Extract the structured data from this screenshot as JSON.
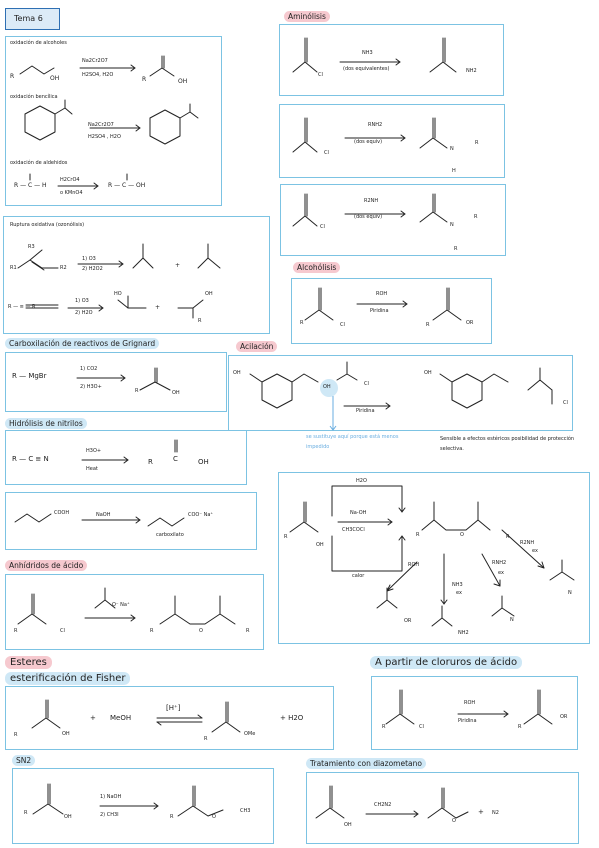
{
  "title": "Tema 6",
  "sections": {
    "oxidation": {
      "alcohols": {
        "label": "oxidación de alcoholes",
        "reagent1": "Na2Cr2O7",
        "reagent2": "H2SO4, H2O",
        "left_R": "R",
        "left_OH": "OH",
        "right_R": "R",
        "right_OH": "OH"
      },
      "benzylic": {
        "label": "oxidación bencílica",
        "reagent1": "Na2Cr2O7",
        "reagent2": "H2SO4 , H2O"
      },
      "aldehydes": {
        "label": "oxidación de aldehidos",
        "left": "R — C — H",
        "reagent1": "H2CrO4",
        "reagent2": "o KMnO4",
        "right": "R — C — OH"
      }
    },
    "ozonolysis": {
      "label": "Ruptura oxidativa (ozonólisis)",
      "r1": "R1",
      "r2": "R2",
      "r3": "R3",
      "step1": "1) O3",
      "step2": "2) H2O2",
      "step1b": "1) O3",
      "step2b": "2) H2O",
      "plus": "+",
      "left2": "R — ≡ — R",
      "ho": "HO",
      "oh": "OH",
      "r": "R"
    },
    "grignard": {
      "label": "Carboxilación de reactivos de Grignard",
      "reactant": "R — MgBr",
      "r1": "1) CO2",
      "r2": "2) H3O+",
      "prod_R": "R",
      "prod_OH": "OH"
    },
    "nitriles": {
      "label": "Hidrólisis de nitrilos",
      "reactant": "R — C ≡ N",
      "r1": "H3O+",
      "r2": "Heat",
      "prod_R": "R",
      "prod_C": "C",
      "prod_OH": "OH"
    },
    "salt": {
      "left": "COOH",
      "reagent": "NaOH",
      "right": "COO⁻ Na⁺",
      "caption": "carboxilato"
    },
    "anhydrides": {
      "label": "Anhídridos de ácido",
      "cl": "Cl",
      "r": "R",
      "reagent": "O⁻ Na⁺",
      "o": "O"
    },
    "esters": {
      "label": "Esteres"
    },
    "fisher": {
      "label": "esterificación de Fisher",
      "r": "R",
      "oh": "OH",
      "plus": "+",
      "meoh": "MeOH",
      "cat": "[H⁺]",
      "ome": "OMe",
      "h2o": "+ H2O"
    },
    "sn2": {
      "label": "SN2",
      "r": "R",
      "oh": "OH",
      "r1": "1) NaOH",
      "r2": "2) CH3I",
      "ch3": "CH3",
      "o": "O"
    },
    "aminolysis": {
      "label": "Aminólisis",
      "a1_cl": "Cl",
      "a1_r": "NH3",
      "a1_cond": "(dos equivalentes)",
      "a1_prod": "NH2",
      "a2_cl": "Cl",
      "a2_r": "RNH2",
      "a2_cond": "(dos equiv)",
      "a2_n": "N",
      "a2_rr": "R",
      "a2_h": "H",
      "a3_cl": "Cl",
      "a3_r": "R2NH",
      "a3_cond": "(dos equiv)",
      "a3_n": "N",
      "a3_rr": "R",
      "a3_r2": "R"
    },
    "alcoholysis": {
      "label": "Alcohólisis",
      "r": "ROH",
      "cond": "Piridina",
      "cl": "Cl",
      "lr": "R",
      "prod_r": "R",
      "prod_or": "OR"
    },
    "acylation": {
      "label": "Acilación",
      "oh": "OH",
      "cl": "Cl",
      "cond": "Piridina",
      "note_blue": "se sustituye aquí porque está menos impedido",
      "note": "Sensible a efectos estéricos posibilidad de protección selectiva."
    },
    "anhydride_reactions": {
      "h2o": "H2O",
      "naoh": "Na-OH",
      "ch3cocl": "CH3COCl",
      "color": "calor",
      "rr": "R",
      "oh": "OH",
      "o": "O",
      "roh": "ROH",
      "nh3": "NH3",
      "ex": "ex",
      "rnh2": "RNH2",
      "r2nh": "R2NH",
      "ex2": "ex",
      "ex3": "ex",
      "or": "OR",
      "nh2": "NH2",
      "n": "N"
    },
    "acid_chlorides": {
      "label": "A partir de cloruros de ácido",
      "r": "ROH",
      "cond": "Piridina",
      "cl": "Cl",
      "lr": "R",
      "prod_r": "R",
      "prod_or": "OR"
    },
    "diazomethane": {
      "label": "Tratamiento con diazometano",
      "oh": "OH",
      "r": "CH2N2",
      "o": "O",
      "plus": "+",
      "n2": "N2"
    }
  },
  "colors": {
    "box_border": "#7cc3e3",
    "pink_tag": "#f6c9cf",
    "blue_tag": "#cfe8f6",
    "title_border": "#2e6fb3",
    "blue_note": "#6aaee0"
  }
}
